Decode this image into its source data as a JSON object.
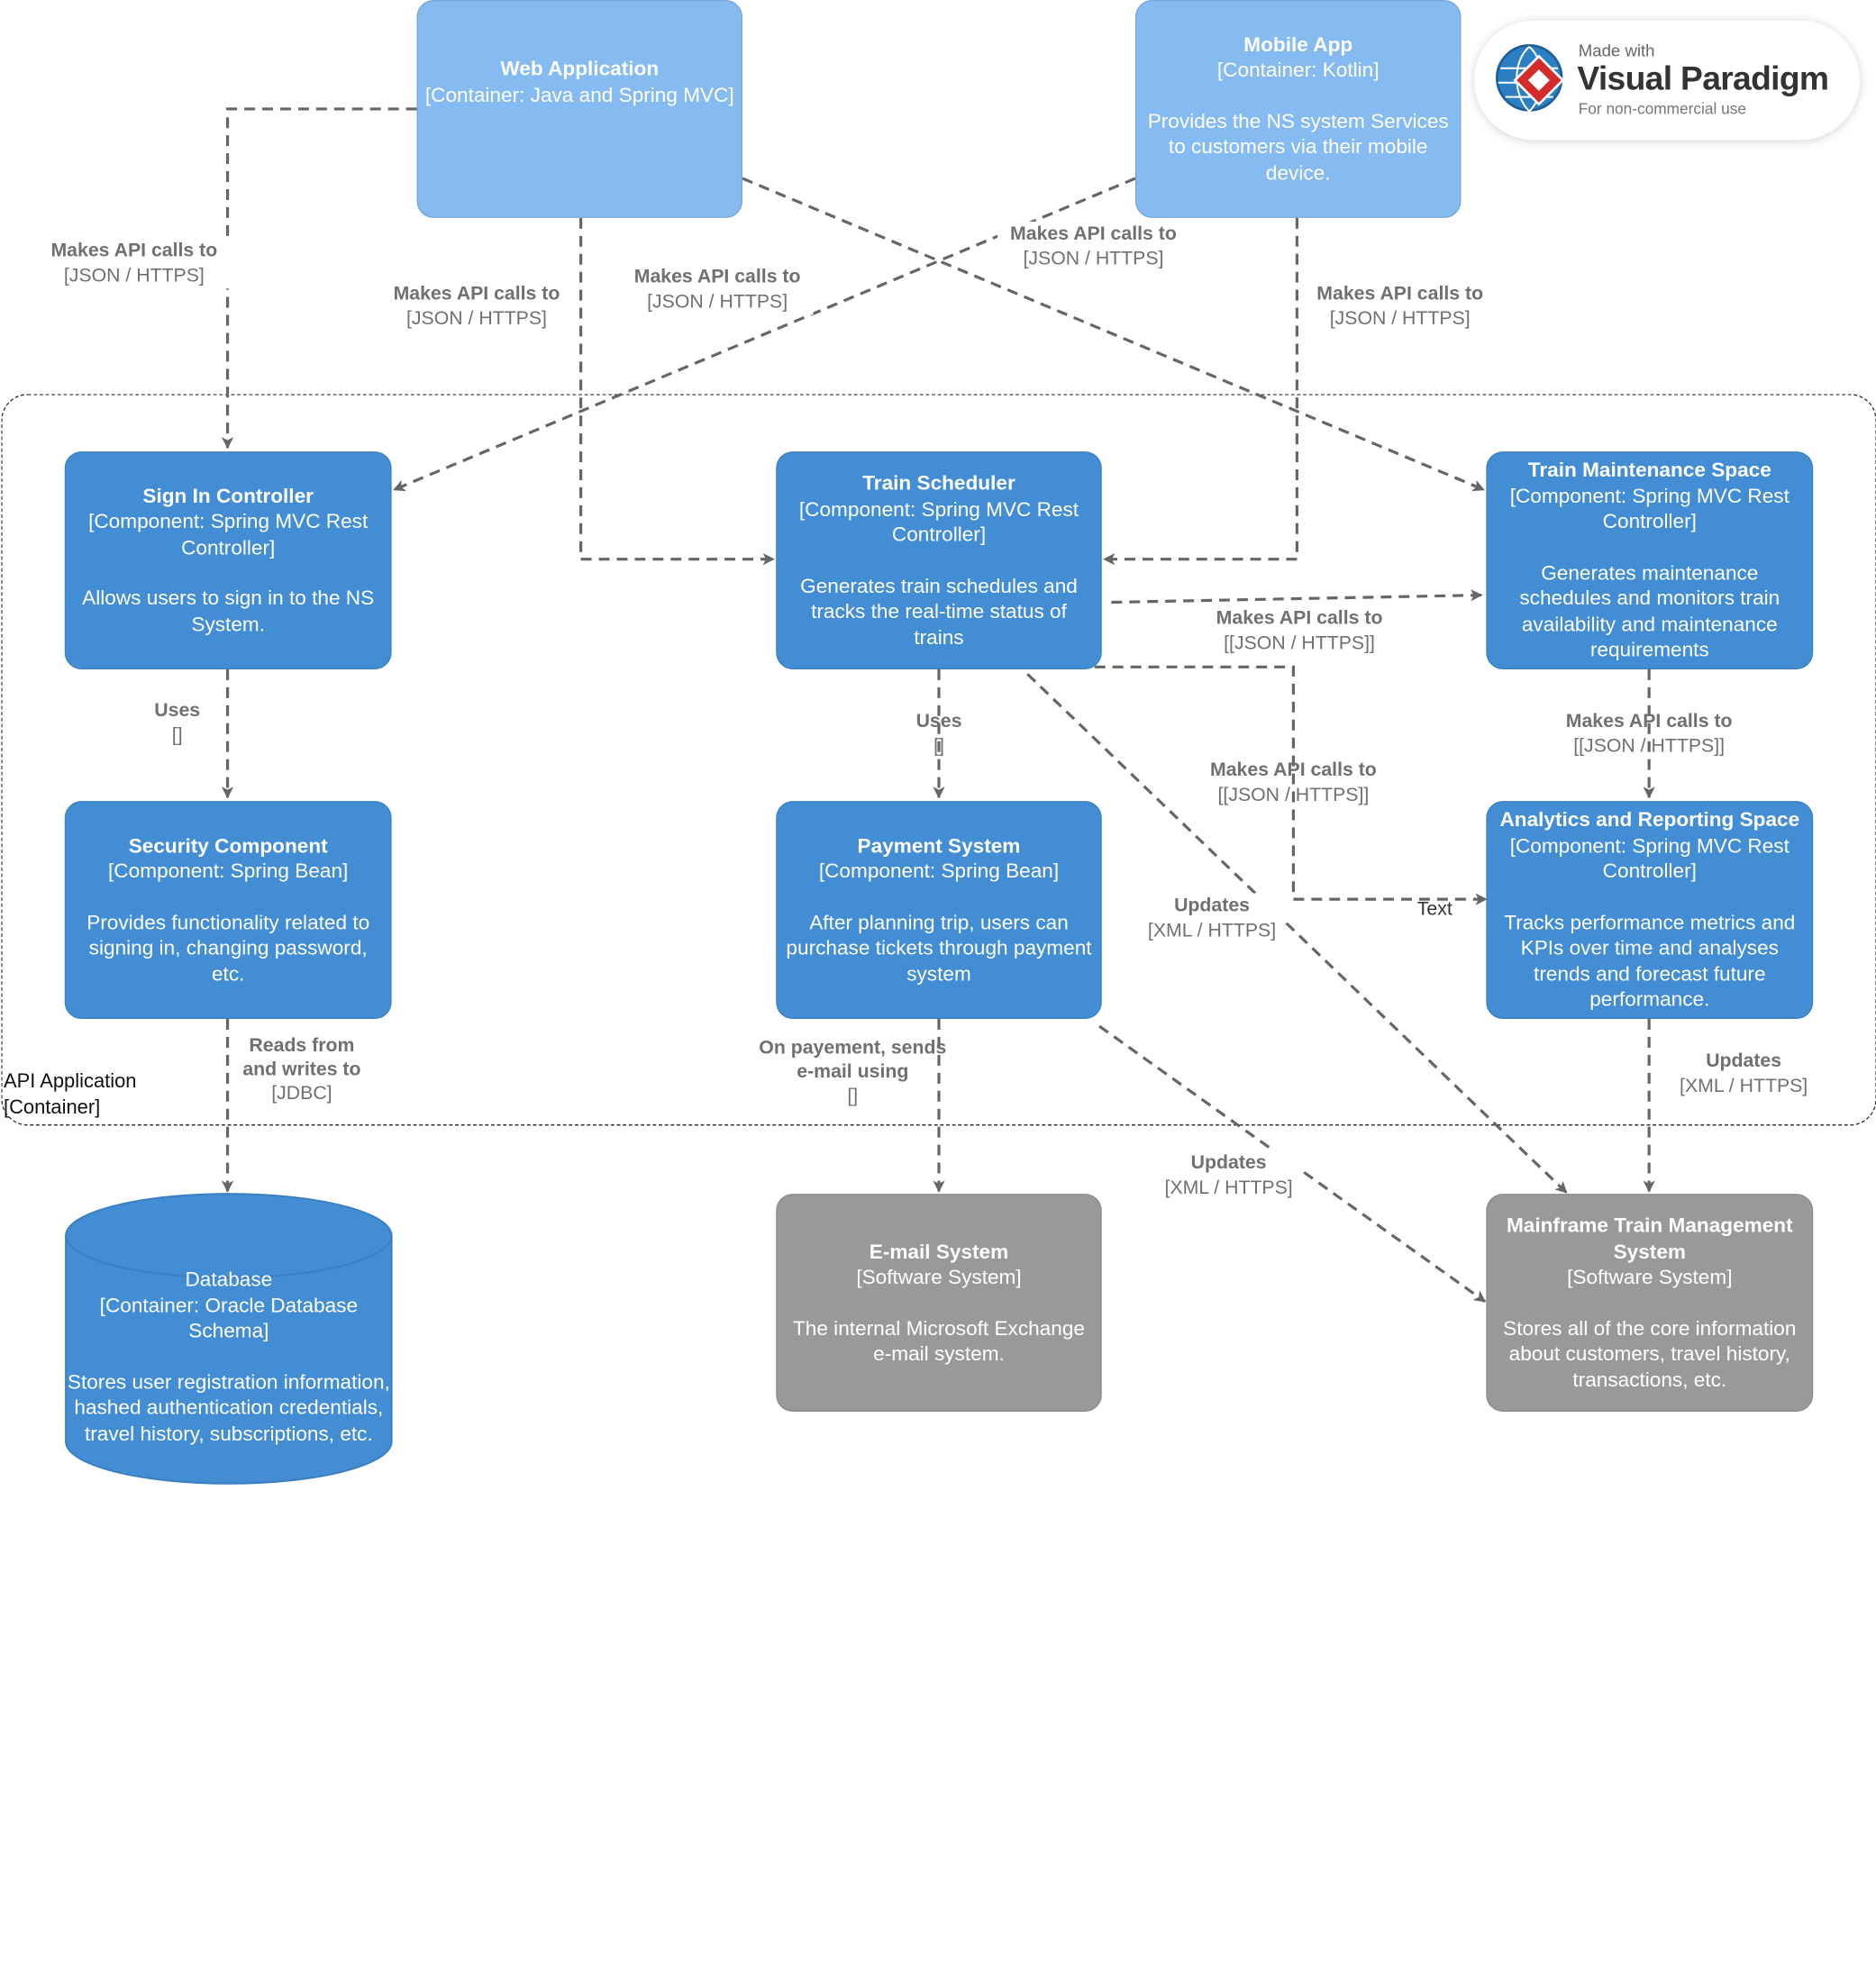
{
  "boundary": {
    "line1": "API Application",
    "line2": "[Container]"
  },
  "nodes": {
    "web_app": {
      "title": "Web Application",
      "type": "[Container: Java and Spring MVC]",
      "desc": ""
    },
    "mobile_app": {
      "title": "Mobile App",
      "type": "[Container: Kotlin]",
      "desc": "Provides the NS system Services to customers via their mobile device."
    },
    "sign_in": {
      "title": "Sign In Controller",
      "type": "[Component: Spring MVC Rest Controller]",
      "desc": "Allows users to sign in to the NS System."
    },
    "train_scheduler": {
      "title": "Train Scheduler",
      "type": "[Component: Spring MVC Rest Controller]",
      "desc": "Generates train schedules and tracks the real-time status of trains"
    },
    "maintenance": {
      "title": "Train Maintenance Space",
      "type": "[Component: Spring MVC Rest Controller]",
      "desc": "Generates maintenance schedules and monitors train availability and maintenance requirements"
    },
    "security": {
      "title": "Security Component",
      "type": "[Component: Spring Bean]",
      "desc": "Provides functionality related to signing in, changing password, etc."
    },
    "payment": {
      "title": "Payment System",
      "type": "[Component: Spring Bean]",
      "desc": "After planning trip, users can purchase tickets through payment system"
    },
    "analytics": {
      "title": "Analytics and Reporting Space",
      "type": "[Component: Spring MVC Rest Controller]",
      "desc": "Tracks performance metrics and KPIs over time and analyses trends and forecast future performance."
    },
    "database": {
      "title": "Database",
      "type": "[Container: Oracle Database Schema]",
      "desc": "Stores user registration information, hashed authentication credentials, travel history, subscriptions, etc."
    },
    "email": {
      "title": "E-mail System",
      "type": "[Software System]",
      "desc": "The internal Microsoft Exchange e-mail system."
    },
    "mainframe": {
      "title": "Mainframe Train Management System",
      "type": "[Software System]",
      "desc": "Stores all of the core information about customers, travel history, transactions, etc."
    }
  },
  "edges": {
    "web_signin": {
      "label": "Makes API calls to",
      "tech": "[JSON / HTTPS]"
    },
    "web_scheduler": {
      "label": "Makes API calls to",
      "tech": "[JSON / HTTPS]"
    },
    "mobile_signin": {
      "label": "Makes API calls to",
      "tech": "[JSON / HTTPS]"
    },
    "web_maint": {
      "label": "Makes API calls to",
      "tech": "[JSON / HTTPS]"
    },
    "mobile_scheduler": {
      "label": "Makes API calls to",
      "tech": "[JSON / HTTPS]"
    },
    "sched_maint": {
      "label": "Makes API calls to",
      "tech": "[[JSON / HTTPS]]"
    },
    "sched_analytics": {
      "label": "Makes API calls to",
      "tech": "[[JSON / HTTPS]]"
    },
    "maint_analytics": {
      "label": "Makes API calls to",
      "tech": "[[JSON / HTTPS]]"
    },
    "signin_security": {
      "label": "Uses",
      "tech": "[]"
    },
    "sched_payment": {
      "label": "Uses",
      "tech": "[]"
    },
    "sched_mainframe": {
      "label": "Updates",
      "tech": "[XML / HTTPS]"
    },
    "security_db": {
      "label": "Reads from and writes to",
      "tech": "[JDBC]"
    },
    "payment_email": {
      "label": "On payement, sends e-mail using",
      "tech": "[]"
    },
    "payment_mainframe": {
      "label": "Updates",
      "tech": "[XML / HTTPS]"
    },
    "analytics_mainframe": {
      "label": "Updates",
      "tech": "[XML / HTTPS]"
    },
    "stray_text": "Text"
  },
  "watermark": {
    "made_with": "Made with",
    "brand": "Visual Paradigm",
    "note": "For non-commercial use"
  }
}
